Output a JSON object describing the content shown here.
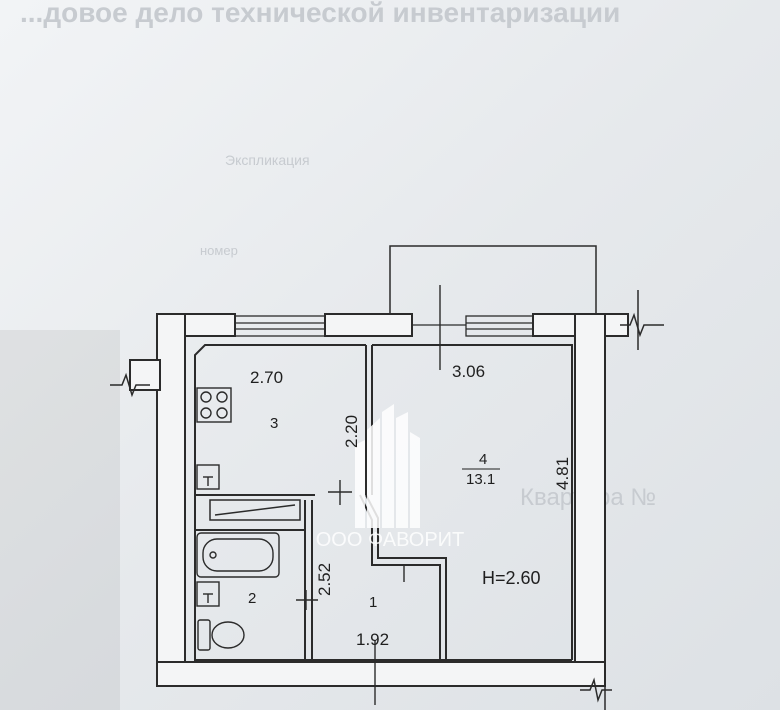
{
  "background_lines": {
    "header": "...довое дело технической инвентаризации",
    "line2": "Экспликация",
    "line3": "номер",
    "line4": "Квартира №"
  },
  "watermark": {
    "text": "ООО ФАВОРИТ"
  },
  "rooms": [
    {
      "id": "1",
      "dimension": "1.92",
      "dimension_side": "2.52"
    },
    {
      "id": "2"
    },
    {
      "id": "3",
      "dimension": "2.70",
      "dimension_side": "2.20"
    },
    {
      "id": "4",
      "area": "13.1",
      "dimension": "3.06",
      "dimension_side": "4.81"
    }
  ],
  "ceiling_height": "H=2.60",
  "colors": {
    "paper": "#e9ecef",
    "wall": "#2b2b2b",
    "text": "#1f1f1f",
    "watermark": "#ffffff"
  }
}
